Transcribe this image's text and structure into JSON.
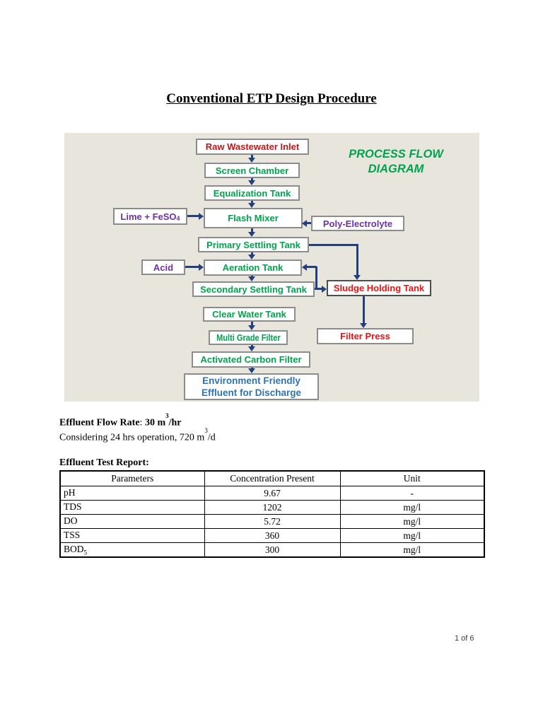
{
  "page": {
    "title": "Conventional ETP Design Procedure",
    "footer": "1 of 6"
  },
  "colors": {
    "diagram_background": "#e8e5dc",
    "green_text": "#00a24f",
    "red_text": "#ef1111",
    "dark_red_text": "#c41616",
    "purple_text": "#7030a0",
    "blue_text": "#2d73b5",
    "arrow_navy": "#24407c",
    "box_border_gray": "#8c8c8c"
  },
  "diagram": {
    "heading_line1": "PROCESS FLOW",
    "heading_line2": "DIAGRAM",
    "boxes": {
      "raw": {
        "label": "Raw Wastewater Inlet"
      },
      "screen": {
        "label": "Screen Chamber"
      },
      "equalization": {
        "label": "Equalization Tank"
      },
      "flash": {
        "label": "Flash Mixer"
      },
      "lime": {
        "label": "Lime + FeSO",
        "sub": "4"
      },
      "poly": {
        "label": "Poly-Electrolyte"
      },
      "primary": {
        "label": "Primary Settling Tank"
      },
      "acid": {
        "label": "Acid"
      },
      "aeration": {
        "label": "Aeration Tank"
      },
      "secondary": {
        "label": "Secondary Settling Tank"
      },
      "sludge": {
        "label": "Sludge Holding Tank"
      },
      "clear": {
        "label": "Clear Water Tank"
      },
      "multigrade": {
        "label": "Multi Grade Filter"
      },
      "filterpress": {
        "label": "Filter Press"
      },
      "carbon": {
        "label": "Activated Carbon Filter"
      },
      "effluent": {
        "line1": "Environment Friendly",
        "line2": "Effluent for Discharge"
      }
    }
  },
  "flow_rate": {
    "label": "Effluent Flow Rate",
    "colon": ": ",
    "value_main": "30 m",
    "value_sup": "3",
    "value_rest": "/hr"
  },
  "considering": {
    "pre": "Considering 24 hrs operation, 720 m",
    "sup": "3",
    "rest": "/d"
  },
  "test_report_label": "Effluent Test Report:",
  "table": {
    "headers": [
      "Parameters",
      "Concentration Present",
      "Unit"
    ],
    "rows": [
      {
        "param": "pH",
        "param_sub": "",
        "concentration": "9.67",
        "unit": "-"
      },
      {
        "param": "TDS",
        "param_sub": "",
        "concentration": "1202",
        "unit": "mg/l"
      },
      {
        "param": "DO",
        "param_sub": "",
        "concentration": "5.72",
        "unit": "mg/l"
      },
      {
        "param": "TSS",
        "param_sub": "",
        "concentration": "360",
        "unit": "mg/l"
      },
      {
        "param": "BOD",
        "param_sub": "5",
        "concentration": "300",
        "unit": "mg/l"
      }
    ]
  }
}
